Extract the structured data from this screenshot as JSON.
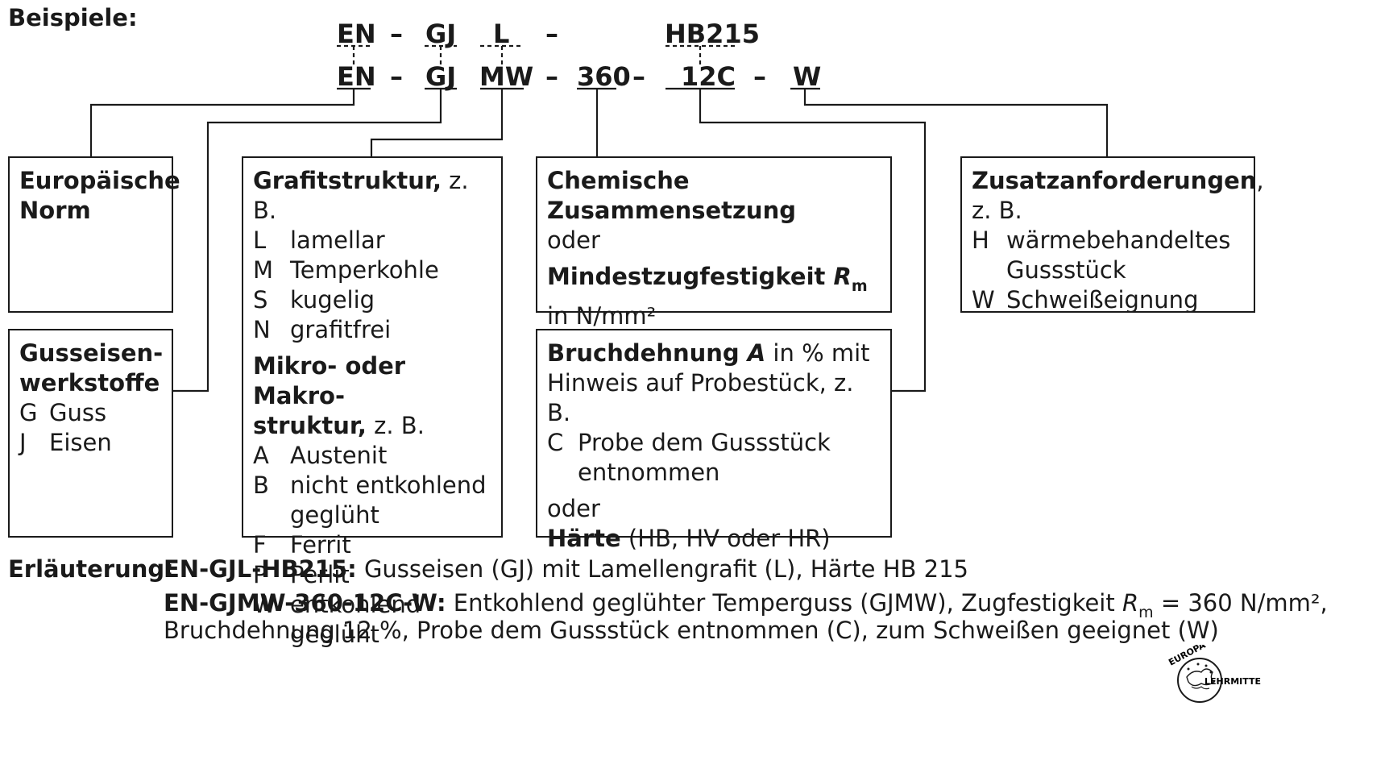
{
  "heading": "Beispiele:",
  "example1": {
    "en": "EN",
    "d1": "–",
    "gj": "GJ",
    "l": "L",
    "d2": "–",
    "hb": "HB215"
  },
  "example2": {
    "en": "EN",
    "d1": "–",
    "gj": "GJ",
    "mw": "MW",
    "d2": "–",
    "v360": "360",
    "d3": "–",
    "c12": "12C",
    "d4": "–",
    "w": "W"
  },
  "boxes": {
    "norm": {
      "title_l1": "Europäische",
      "title_l2": "Norm"
    },
    "guss": {
      "title_l1": "Gusseisen-",
      "title_l2": "werkstoffe",
      "items": [
        {
          "k": "G",
          "v": "Guss"
        },
        {
          "k": "J",
          "v": "Eisen"
        }
      ]
    },
    "grafit": {
      "title": "Grafitstruktur,",
      "title_suffix": " z. B.",
      "items": [
        {
          "k": "L",
          "v": "lamellar"
        },
        {
          "k": "M",
          "v": "Temperkohle"
        },
        {
          "k": "S",
          "v": "kugelig"
        },
        {
          "k": "N",
          "v": "grafitfrei"
        }
      ],
      "title2_l1": "Mikro- oder Makro-",
      "title2_l2": "struktur,",
      "title2_suffix": " z. B.",
      "items2": [
        {
          "k": "A",
          "v": "Austenit"
        },
        {
          "k": "B",
          "v": "nicht entkohlend"
        },
        {
          "k": "",
          "v": "geglüht"
        },
        {
          "k": "F",
          "v": "Ferrit"
        },
        {
          "k": "P",
          "v": "Perlit"
        },
        {
          "k": "W",
          "v": "entkohlend geglüht"
        }
      ]
    },
    "chem": {
      "title": "Chemische Zusammensetzung",
      "or": "oder",
      "title2": "Mindestzugfestigkeit ",
      "symbol": "R",
      "symbol_sub": "m",
      "unit": "in N/mm²"
    },
    "bruch": {
      "title": "Bruchdehnung ",
      "symbol": "A",
      "line1_rest": " in % mit",
      "line2": "Hinweis auf Probestück, z. B.",
      "items": [
        {
          "k": "C",
          "v": "Probe dem Gussstück"
        },
        {
          "k": "",
          "v": "entnommen"
        }
      ],
      "or": "oder",
      "title2": "Härte",
      "title2_rest": " (HB, HV oder HR)"
    },
    "zusatz": {
      "title": "Zusatzanforderungen",
      "title_suffix": ",",
      "line2": "z. B.",
      "items": [
        {
          "k": "H",
          "v": "wärmebehandeltes"
        },
        {
          "k": "",
          "v": "Gussstück"
        },
        {
          "k": "W",
          "v": "Schweißeignung"
        }
      ]
    }
  },
  "explanation": {
    "label": "Erläuterung:",
    "e1_code": "EN-GJL-HB215:",
    "e1_text": " Gusseisen (GJ) mit Lamellengrafit (L), Härte HB 215",
    "e2_code": "EN-GJMW-360-12C-W:",
    "e2_text_a": " Entkohlend geglühter Temperguss (GJMW), Zugfestigkeit ",
    "e2_symbol": "R",
    "e2_sub": "m",
    "e2_text_b": " = 360 N/mm²,",
    "e2_line2": "Bruchdehnung 12 %, Probe dem Gussstück entnommen (C), zum Schweißen geeignet (W)"
  },
  "logo": {
    "top": "EUROPA",
    "bottom": "LEHRMITTEL"
  }
}
